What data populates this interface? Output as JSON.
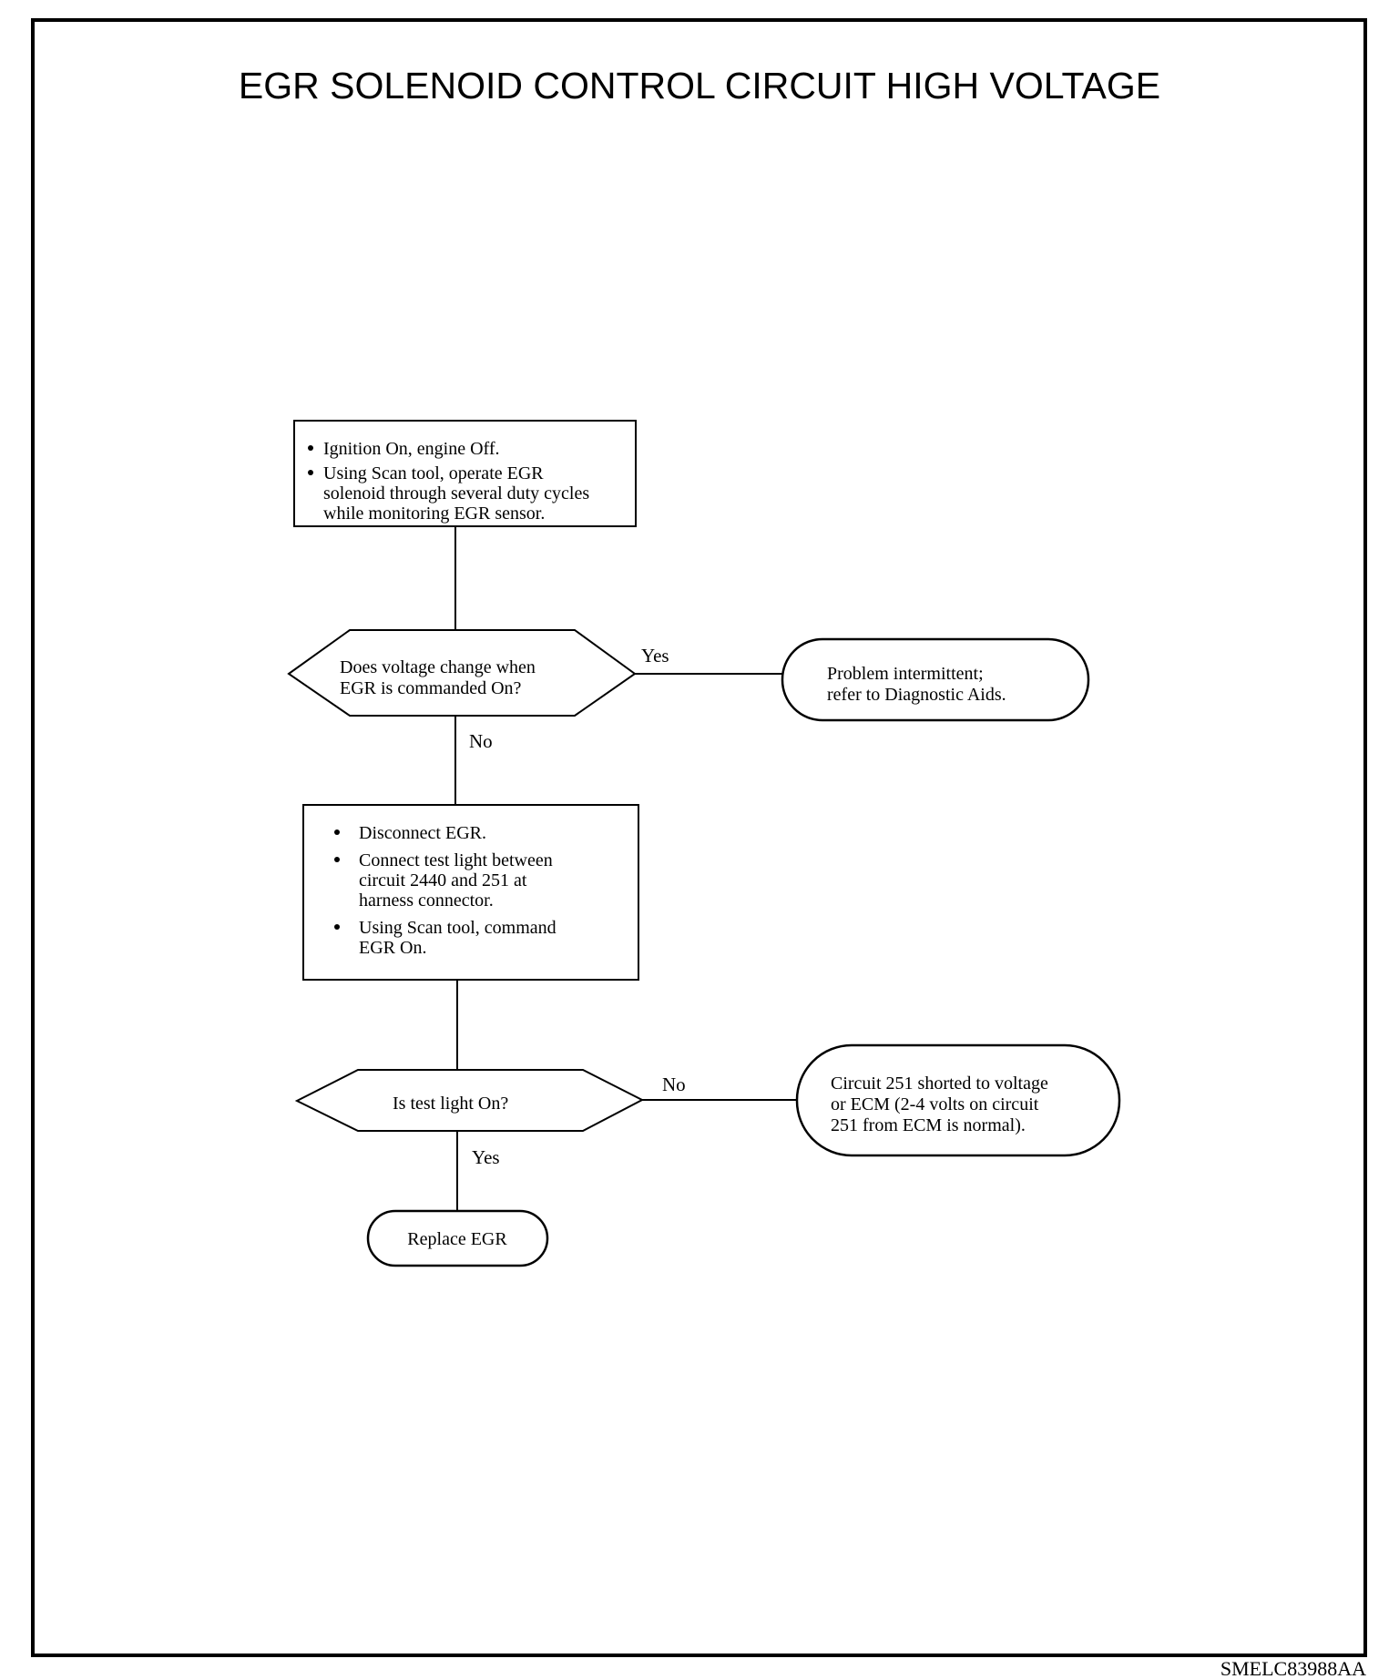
{
  "title": "EGR SOLENOID CONTROL CIRCUIT HIGH VOLTAGE",
  "document_id": "SMELC83988AA",
  "nodes": {
    "step1": {
      "bullets": [
        [
          "Ignition On, engine Off."
        ],
        [
          "Using Scan tool, operate EGR",
          "solenoid through several  duty cycles",
          "while monitoring  EGR sensor."
        ]
      ]
    },
    "decision1": {
      "lines": [
        "Does voltage change when",
        "EGR is commanded On?"
      ]
    },
    "result1": {
      "lines": [
        "Problem intermittent;",
        "refer to Diagnostic Aids."
      ]
    },
    "step2": {
      "bullets": [
        [
          "Disconnect EGR."
        ],
        [
          "Connect test light between",
          "circuit 2440 and 251 at",
          "harness connector."
        ],
        [
          "Using Scan tool, command",
          "EGR On."
        ]
      ]
    },
    "decision2": {
      "lines": [
        "Is test light On?"
      ]
    },
    "result2": {
      "lines": [
        "Circuit 251 shorted to voltage",
        "or ECM (2-4 volts on circuit",
        "251 from ECM is normal)."
      ]
    },
    "result3": {
      "lines": [
        "Replace EGR"
      ]
    }
  },
  "edges": {
    "decision1_yes": "Yes",
    "decision1_no": "No",
    "decision2_no": "No",
    "decision2_yes": "Yes"
  }
}
